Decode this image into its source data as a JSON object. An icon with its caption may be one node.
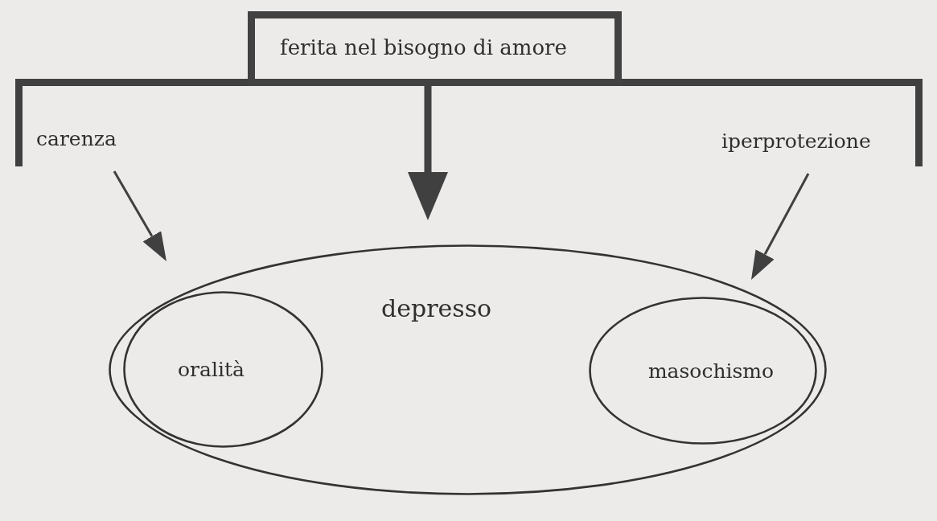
{
  "diagram": {
    "nodes": [
      {
        "text": [
          "ferita nel bisogno di amore"
        ]
      },
      {
        "text": [
          "carenza"
        ]
      },
      {
        "text": [
          "iperprotezione"
        ]
      },
      {
        "text": [
          "depresso"
        ]
      },
      {
        "text": [
          "oralità"
        ],
        "in": 3
      },
      {
        "text": [
          "masochismo"
        ],
        "in": 3
      }
    ],
    "edges": [
      {
        "from": 0,
        "to": 1,
        "arrow": "none"
      },
      {
        "from": 0,
        "to": 3,
        "arrow": "to"
      },
      {
        "from": 0,
        "to": 2,
        "arrow": "none"
      },
      {
        "from": 1,
        "to": 4,
        "arrow": "to"
      },
      {
        "from": 2,
        "to": 5,
        "arrow": "to"
      }
    ]
  }
}
